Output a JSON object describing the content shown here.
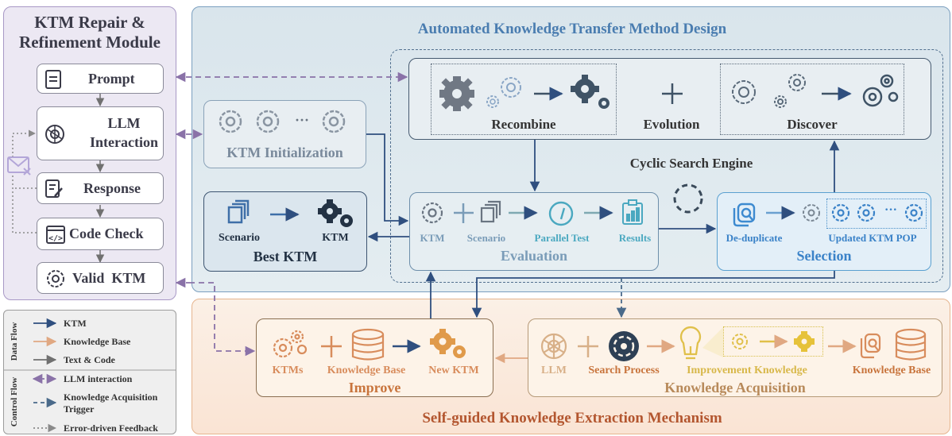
{
  "left_module": {
    "title_line1": "KTM Repair",
    "title_line1_suffix": "&",
    "title_line2": "Refinement Module",
    "steps": [
      {
        "label": "Prompt",
        "icon": "document-icon"
      },
      {
        "label": "LLM",
        "label2": "Interaction",
        "icon": "openai-logo-icon"
      },
      {
        "label": "Response",
        "icon": "edit-document-icon"
      },
      {
        "label": "Code Check",
        "icon": "code-window-icon"
      },
      {
        "label": "Valid  KTM",
        "icon": "gear-icon"
      }
    ]
  },
  "legend": {
    "data_flow_title": "Data Flow",
    "control_flow_title": "Control Flow",
    "items": [
      {
        "label": "KTM"
      },
      {
        "label": "Knowledge Base"
      },
      {
        "label": "Text & Code"
      },
      {
        "label": "LLM interaction"
      },
      {
        "label": "Knowledge Acquisition",
        "label2": "Trigger"
      },
      {
        "label": "Error-driven Feedback"
      }
    ]
  },
  "design_panel": {
    "title": "Automated Knowledge Transfer Method Design",
    "cyclic_engine_label": "Cyclic Search Engine",
    "recombine_label": "Recombine",
    "evolution_label": "Evolution",
    "discover_label": "Discover",
    "plus": "+",
    "arrow": "→",
    "ellipsis": "···",
    "init_label": "KTM Initialization",
    "best_ktm": {
      "title": "Best KTM",
      "scenario": "Scenario",
      "ktm": "KTM"
    },
    "evaluation": {
      "title": "Evaluation",
      "ktm": "KTM",
      "scenario": "Scenario",
      "parallel_test": "Parallel Test",
      "results": "Results"
    },
    "selection": {
      "title": "Selection",
      "dedup": "De-duplicate",
      "updated_pop": "Updated KTM POP"
    }
  },
  "extraction_panel": {
    "title": "Self-guided Knowledge Extraction Mechanism",
    "improve": {
      "title": "Improve",
      "ktms": "KTMs",
      "kb": "Knowledge Base",
      "new_ktm": "New KTM"
    },
    "acquisition": {
      "title": "Knowledge Acquisition",
      "llm": "LLM",
      "search_process": "Search Process",
      "improvement_knowledge": "Improvement Knowledge",
      "kb": "Knowledge Base"
    }
  },
  "colors": {
    "ktm_arrow": "#2f4f7f",
    "kb_arrow": "#e0a882",
    "text_code_arrow": "#707070",
    "llm_arrow": "#8a72a8",
    "trigger_arrow": "#4a6a8a",
    "feedback_arrow": "#8a8a8a",
    "design_bg": "#dfe9ef",
    "extraction_bg": "#fbe9dc",
    "module_bg": "#ece8f3"
  }
}
